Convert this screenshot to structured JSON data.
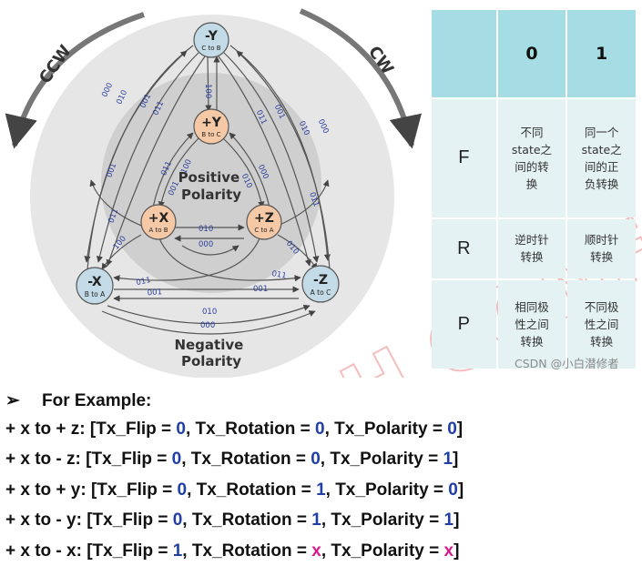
{
  "diagram": {
    "ccw_label": "CCW",
    "cw_label": "CW",
    "positive_label": [
      "Positive",
      "Polarity"
    ],
    "negative_label": [
      "Negative",
      "Polarity"
    ],
    "nodes": {
      "top_y": {
        "name": "-Y",
        "sub": "C to B"
      },
      "pos_y": {
        "name": "+Y",
        "sub": "B to C"
      },
      "pos_x": {
        "name": "+X",
        "sub": "A to B"
      },
      "pos_z": {
        "name": "+Z",
        "sub": "C to A"
      },
      "neg_x": {
        "name": "-X",
        "sub": "B to A"
      },
      "neg_z": {
        "name": "-Z",
        "sub": "A to C"
      }
    },
    "edge_codes": {
      "c1": "000",
      "c2": "010",
      "c3": "001",
      "c4": "011",
      "c5": "100",
      "c6": "011",
      "c7": "001",
      "c8": "010",
      "c9": "000",
      "c10": "001",
      "c11": "011",
      "c12": "100",
      "c13": "011",
      "c14": "001",
      "c15": "100",
      "c16": "000",
      "c17": "010",
      "c18": "011",
      "c19": "010",
      "c20": "010",
      "c21": "000",
      "c22": "011",
      "c23": "001",
      "c24": "011",
      "c25": "001",
      "c26": "010",
      "c27": "000"
    }
  },
  "watermark": "BOSCH CONFIDENTIAL",
  "table": {
    "headers": [
      "0",
      "1"
    ],
    "rows": [
      {
        "label": "F",
        "c0": [
          "不同",
          "state之",
          "间的转",
          "换"
        ],
        "c1": [
          "同一个",
          "state之",
          "间的正",
          "负转换"
        ]
      },
      {
        "label": "R",
        "c0": [
          "逆时针",
          "转换"
        ],
        "c1": [
          "顺时针",
          "转换"
        ]
      },
      {
        "label": "P",
        "c0": [
          "相同极",
          "性之间",
          "转换"
        ],
        "c1": [
          "不同极",
          "性之间",
          "转换"
        ]
      }
    ]
  },
  "source_tag": "CSDN @小白潜修者",
  "examples": {
    "title": "For Example:",
    "lines": [
      {
        "prefix": "+ x to + z: [Tx_Flip = ",
        "flip": "0",
        "mid1": ", Tx_Rotation = ",
        "rot": "0",
        "mid2": ", Tx_Polarity = ",
        "pol": "0",
        "end": "]"
      },
      {
        "prefix": "+ x to - z:  [Tx_Flip = ",
        "flip": "0",
        "mid1": ", Tx_Rotation = ",
        "rot": "0",
        "mid2": ", Tx_Polarity = ",
        "pol": "1",
        "end": "]"
      },
      {
        "prefix": "+ x to + y: [Tx_Flip = ",
        "flip": "0",
        "mid1": ", Tx_Rotation = ",
        "rot": "1",
        "mid2": ", Tx_Polarity = ",
        "pol": "0",
        "end": "]"
      },
      {
        "prefix": "+ x to - y:  [Tx_Flip = ",
        "flip": "0",
        "mid1": ", Tx_Rotation = ",
        "rot": "1",
        "mid2": ", Tx_Polarity = ",
        "pol": "1",
        "end": "]"
      },
      {
        "prefix": "+ x to - x:  [Tx_Flip = ",
        "flip": "1",
        "mid1": ", Tx_Rotation = ",
        "rot": "x",
        "mid2": ", Tx_Polarity = ",
        "pol": "x",
        "end": "]"
      }
    ]
  },
  "colors": {
    "outer_disc": "#e6e6e6",
    "inner_disc": "#cfcfcf",
    "positive_node": "#f6c9a6",
    "negative_node": "#c3dbe6",
    "code_text": "#2b3fa0",
    "header_cell": "#a6dde4",
    "body_cell": "#e4f2f4",
    "value_blue": "#1f3ea8",
    "value_pink": "#d81b8c",
    "watermark": "#f2a7a7"
  }
}
